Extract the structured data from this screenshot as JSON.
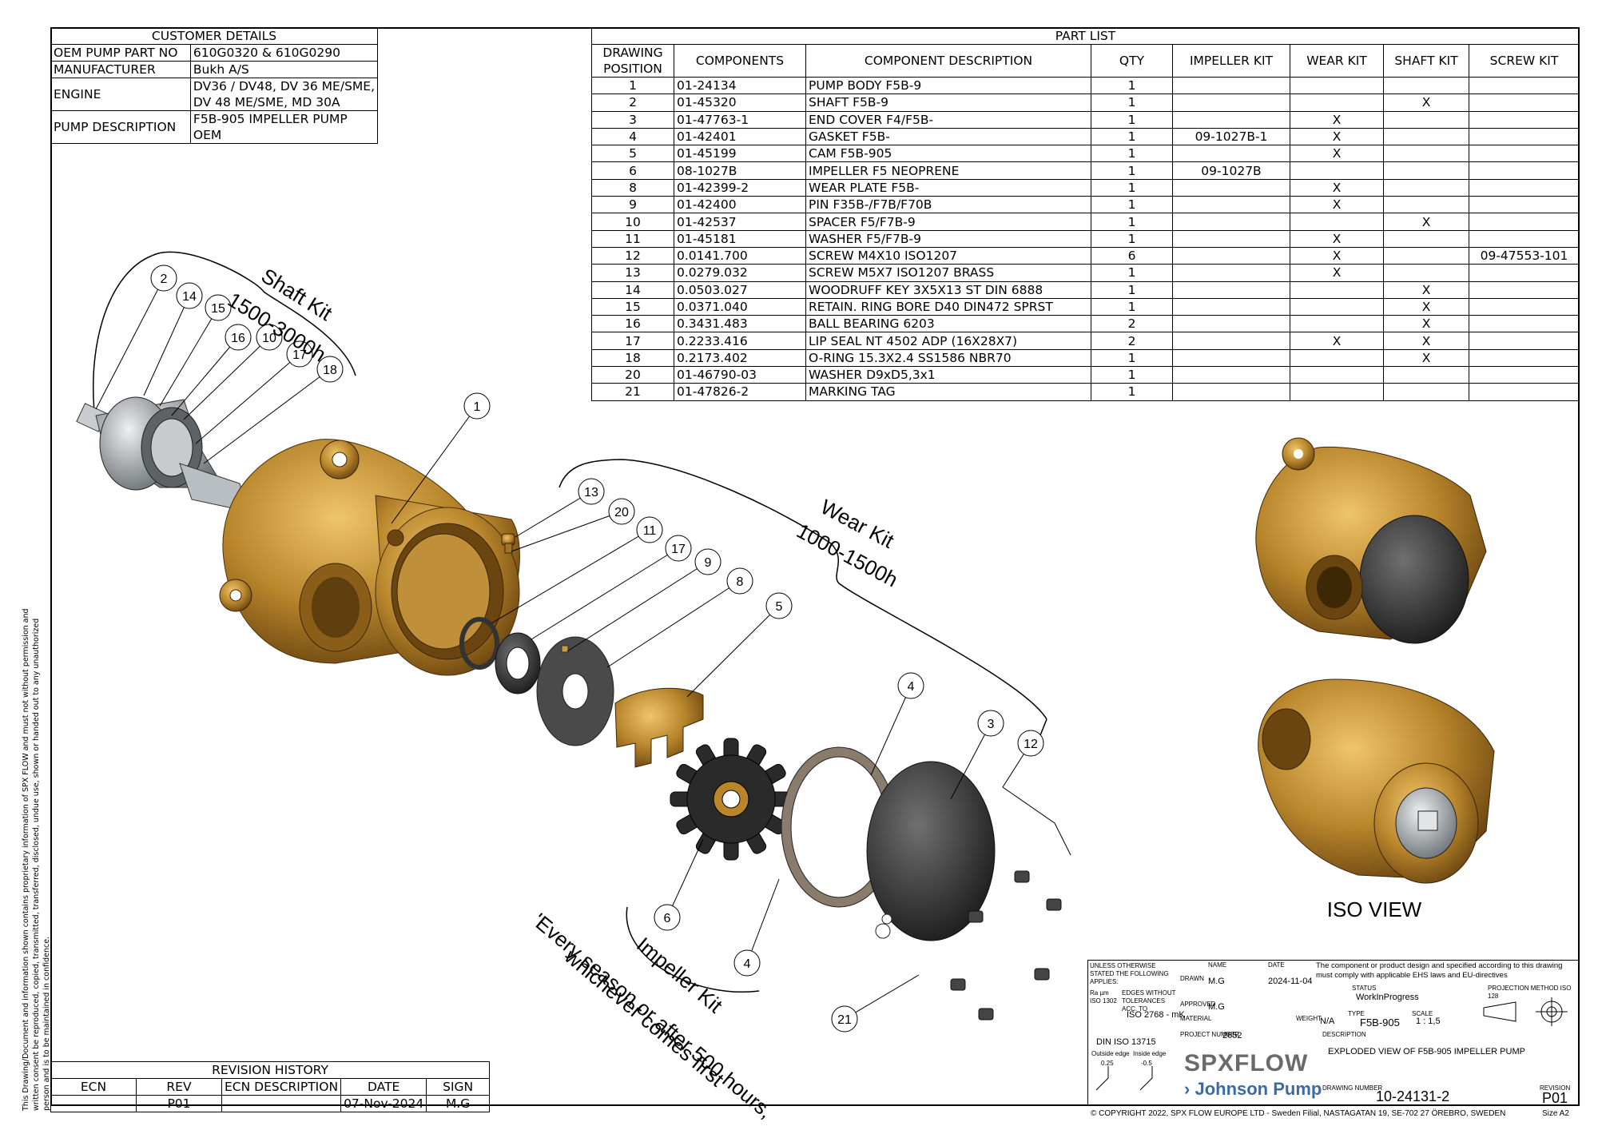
{
  "customer": {
    "title": "CUSTOMER DETAILS",
    "rows": [
      {
        "label": "OEM PUMP PART NO",
        "value": "610G0320 & 610G0290"
      },
      {
        "label": "MANUFACTURER",
        "value": "Bukh A/S"
      },
      {
        "label": "ENGINE",
        "value": "DV36 / DV48, DV 36 ME/SME,",
        "value2": "DV 48 ME/SME, MD 30A"
      },
      {
        "label": "PUMP DESCRIPTION",
        "value": "F5B-905 IMPELLER PUMP",
        "value2": "OEM"
      }
    ]
  },
  "partlist": {
    "title": "PART LIST",
    "headers": [
      "DRAWING",
      "POSITION",
      "COMPONENTS",
      "COMPONENT DESCRIPTION",
      "QTY",
      "IMPELLER KIT",
      "WEAR KIT",
      "SHAFT KIT",
      "SCREW KIT"
    ],
    "rows": [
      [
        "1",
        "01-24134",
        "PUMP BODY F5B-9",
        "1",
        "",
        "",
        "",
        ""
      ],
      [
        "2",
        "01-45320",
        "SHAFT F5B-9",
        "1",
        "",
        "",
        "X",
        ""
      ],
      [
        "3",
        "01-47763-1",
        "END COVER F4/F5B-",
        "1",
        "",
        "X",
        "",
        ""
      ],
      [
        "4",
        "01-42401",
        "GASKET F5B-",
        "1",
        "09-1027B-1",
        "X",
        "",
        ""
      ],
      [
        "5",
        "01-45199",
        "CAM F5B-905",
        "1",
        "",
        "X",
        "",
        ""
      ],
      [
        "6",
        "08-1027B",
        "IMPELLER F5 NEOPRENE",
        "1",
        "09-1027B",
        "",
        "",
        ""
      ],
      [
        "8",
        "01-42399-2",
        "WEAR PLATE F5B-",
        "1",
        "",
        "X",
        "",
        ""
      ],
      [
        "9",
        "01-42400",
        "PIN F35B-/F7B/F70B",
        "1",
        "",
        "X",
        "",
        ""
      ],
      [
        "10",
        "01-42537",
        "SPACER F5/F7B-9",
        "1",
        "",
        "",
        "X",
        ""
      ],
      [
        "11",
        "01-45181",
        "WASHER F5/F7B-9",
        "1",
        "",
        "X",
        "",
        ""
      ],
      [
        "12",
        "0.0141.700",
        "SCREW M4X10 ISO1207",
        "6",
        "",
        "X",
        "",
        "09-47553-101"
      ],
      [
        "13",
        "0.0279.032",
        "SCREW M5X7 ISO1207 BRASS",
        "1",
        "",
        "X",
        "",
        ""
      ],
      [
        "14",
        "0.0503.027",
        "WOODRUFF KEY 3X5X13 ST DIN 6888",
        "1",
        "",
        "",
        "X",
        ""
      ],
      [
        "15",
        "0.0371.040",
        "RETAIN. RING BORE D40 DIN472 SPRST",
        "1",
        "",
        "",
        "X",
        ""
      ],
      [
        "16",
        "0.3431.483",
        "BALL BEARING 6203",
        "2",
        "",
        "",
        "X",
        ""
      ],
      [
        "17",
        "0.2233.416",
        "LIP SEAL NT 4502 ADP (16X28X7)",
        "2",
        "",
        "X",
        "X",
        ""
      ],
      [
        "18",
        "0.2173.402",
        "O-RING 15.3X2.4 SS1586 NBR70",
        "1",
        "",
        "",
        "X",
        ""
      ],
      [
        "20",
        "01-46790-03",
        "WASHER D9xD5,3x1",
        "1",
        "",
        "",
        "",
        ""
      ],
      [
        "21",
        "01-47826-2",
        "MARKING TAG",
        "1",
        "",
        "",
        "",
        ""
      ]
    ]
  },
  "kits": {
    "shaft_line1": "Shaft Kit",
    "shaft_line2": "1500-3000h",
    "wear_line1": "Wear Kit",
    "wear_line2": "1000-1500h",
    "impeller_line1": "Impeller Kit",
    "impeller_line2": "'Every season or after 500 hours,",
    "impeller_line3": "whichever comes first"
  },
  "balloons": [
    "2",
    "14",
    "15",
    "16",
    "10",
    "17",
    "18",
    "1",
    "13",
    "20",
    "11",
    "17",
    "9",
    "8",
    "5",
    "4",
    "3",
    "12",
    "6",
    "4",
    "21"
  ],
  "iso_view": "ISO VIEW",
  "revision": {
    "title": "REVISION HISTORY",
    "headers": [
      "ECN",
      "REV",
      "ECN DESCRIPTION",
      "DATE",
      "SIGN"
    ],
    "row": [
      "",
      "P01",
      "",
      "07-Nov-2024",
      "M.G"
    ]
  },
  "titleblock": {
    "unless": "UNLESS OTHERWISE STATED THE FOLLOWING APPLIES:",
    "name_h": "NAME",
    "date_h": "DATE",
    "compliance": "The component or product design and specified according to this drawing must comply with applicable EHS laws and EU-directives",
    "drawn": "DRAWN",
    "drawn_name": "M.G",
    "drawn_date": "2024-11-04",
    "ra": "Ra µm ISO 1302",
    "edges": "EDGES WITHOUT TOLERANCES ACC. TO",
    "tol": "ISO 2768 - mK",
    "approved": "APPROVED",
    "approved_name": "M.G",
    "status_h": "STATUS",
    "status": "WorkInProgress",
    "material": "MATERIAL",
    "weight": "WEIGHT",
    "weight_val": "N/A",
    "type_h": "TYPE",
    "type": "F5B-905",
    "scale_h": "SCALE",
    "scale": "1 : 1,5",
    "projection": "PROJECTION METHOD ISO 128",
    "din": "DIN ISO 13715",
    "outside": "Outside edge",
    "inside": "Inside edge",
    "outside_val": "0.25",
    "inside_val": "-0.5",
    "project_h": "PROJECT NUMBER",
    "project": "2652",
    "desc_h": "DESCRIPTION",
    "desc": "EXPLODED VIEW OF F5B-905 IMPELLER PUMP",
    "drawing_h": "DRAWING NUMBER",
    "drawing": "10-24131-2",
    "revision_h": "REVISION",
    "revision": "P01",
    "brand1": "SPXFLOW",
    "brand2": "Johnson Pump",
    "copyright": "© COPYRIGHT 2022, SPX FLOW EUROPE LTD - Sweden Filial, NASTAGATAN 19, SE-702 27 ÖREBRO, SWEDEN",
    "size": "Size  A2"
  },
  "confidential": "This Drawing/Document and information shown contains proprietary information of SPX FLOW and must not without permission and written consent be reproduced, copied, transmitted, transferred, disclosed, undue use, shown or handed out to any unauthorized person and is to be maintained in confidence.",
  "colors": {
    "brass": "#b9862c",
    "brass_dark": "#7a5414",
    "rubber": "#2a2a2a",
    "steel": "#9da3a8"
  }
}
